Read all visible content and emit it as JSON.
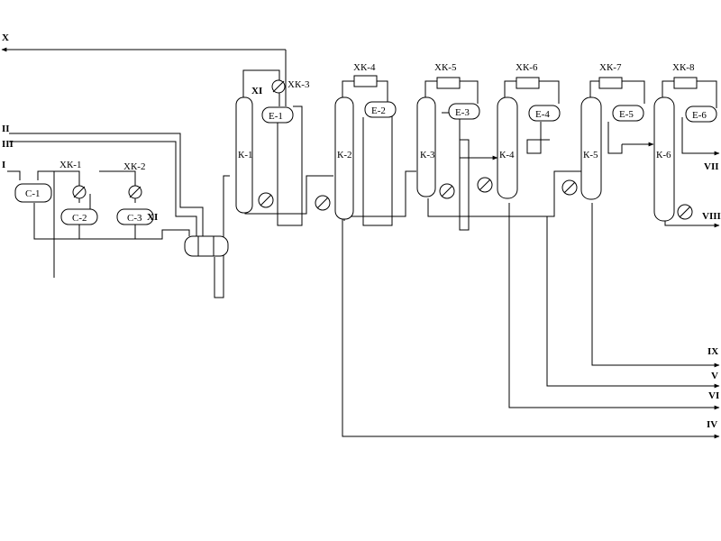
{
  "streams": {
    "I": "I",
    "II": "II",
    "III": "III",
    "IV": "IV",
    "V": "V",
    "VI": "VI",
    "VII": "VII",
    "VIII": "VIII",
    "IX": "IX",
    "X": "X",
    "XI_a": "XI",
    "XI_b": "XI"
  },
  "columns": [
    "К-1",
    "К-2",
    "К-3",
    "К-4",
    "К-5",
    "К-6"
  ],
  "drums": [
    "Е-1",
    "Е-2",
    "Е-3",
    "Е-4",
    "Е-5",
    "Е-6"
  ],
  "separators": [
    "С-1",
    "С-2",
    "С-3"
  ],
  "coolers": [
    "ХК-1",
    "ХК-2",
    "ХК-3",
    "ХК-4",
    "ХК-5",
    "ХК-6",
    "ХК-7",
    "ХК-8"
  ]
}
